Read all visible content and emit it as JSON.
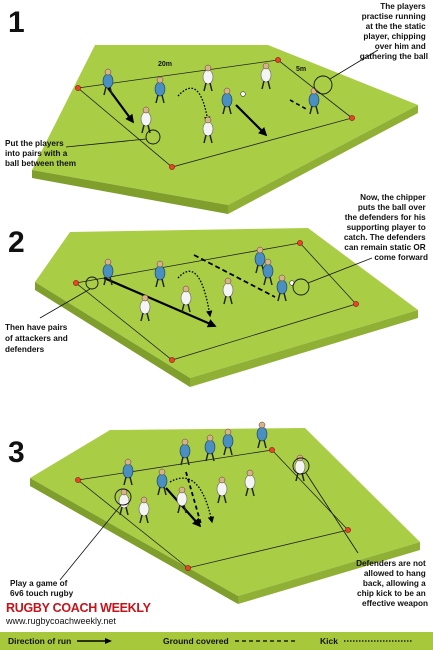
{
  "panels": [
    {
      "number": "1",
      "dim_width": "20m",
      "dim_depth": "5m",
      "caption_top": [
        "The players",
        "practise running",
        "at the the static",
        "player, chipping",
        "over him and",
        "gathering the ball"
      ],
      "caption_left": [
        "Put the players",
        "into pairs with a",
        "ball between them"
      ]
    },
    {
      "number": "2",
      "caption_top": [
        "Now, the chipper",
        "puts the ball over",
        "the defenders for his",
        "supporting player to",
        "catch. The defenders",
        "can remain static OR",
        "come forward"
      ],
      "caption_left": [
        "Then have pairs",
        "of attackers and",
        "defenders"
      ]
    },
    {
      "number": "3",
      "caption_left": [
        "Play a game of",
        "6v6  touch rugby"
      ],
      "caption_right": [
        "Defenders are not",
        "allowed to hang",
        "back, allowing a",
        "chip kick to be an",
        "effective weapon"
      ]
    }
  ],
  "brand": "RUGBY COACH WEEKLY",
  "url": "www.rugbycoachweekly.net",
  "legend": {
    "run": "Direction of run",
    "ground": "Ground covered",
    "kick": "Kick"
  },
  "colors": {
    "pitch_top": "#a9ce45",
    "pitch_side": "#7f9e2c",
    "attacker": "#4a8fc2",
    "defender": "#f4f4f4",
    "cone": "#e8452c",
    "brand": "#c4141b"
  }
}
